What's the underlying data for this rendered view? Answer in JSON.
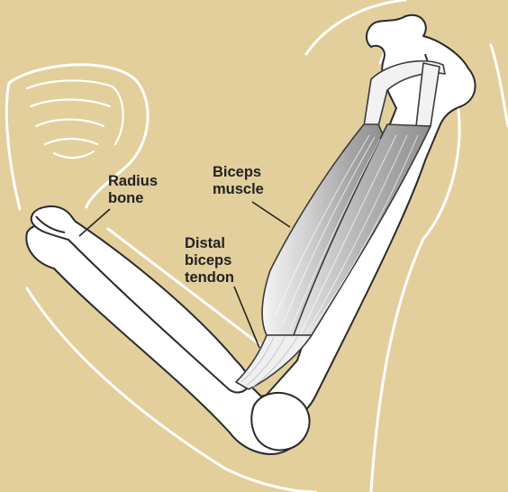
{
  "labels": {
    "radius": {
      "line1": "Radius",
      "line2": "bone"
    },
    "biceps": {
      "line1": "Biceps",
      "line2": "muscle"
    },
    "tendon": {
      "line1": "Distal",
      "line2": "biceps",
      "line3": "tendon"
    }
  },
  "colors": {
    "background": "#e2cf9c",
    "skin_outline": "#ffffff",
    "bone_fill": "#ffffff",
    "bone_stroke": "#2a2a2a",
    "muscle_light": "#efefef",
    "muscle_mid": "#c8c8c8",
    "muscle_dark": "#8e8e8e",
    "label_text": "#222222"
  }
}
